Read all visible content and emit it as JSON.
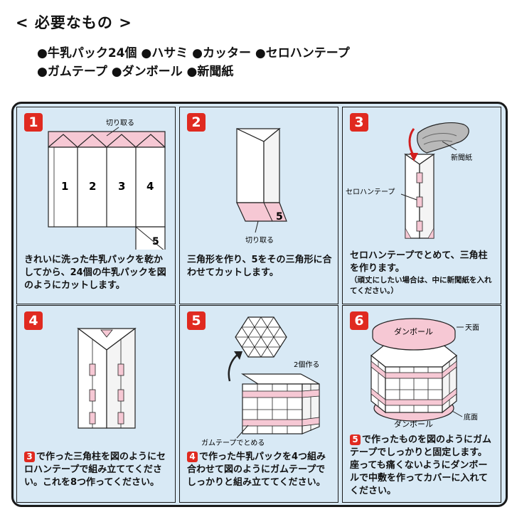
{
  "title": "< 必要なもの >",
  "materials": {
    "line1": "●牛乳パック24個 ●ハサミ ●カッター ●セロハンテープ",
    "line2": "●ガムテープ ●ダンボール ●新聞紙"
  },
  "colors": {
    "badge": "#e02a20",
    "panel_bg": "#d8e9f5",
    "pink": "#f6c8d4"
  },
  "steps": [
    {
      "number": "1",
      "label_cut": "切り取る",
      "part_numbers": [
        "1",
        "2",
        "3",
        "4",
        "5"
      ],
      "text": "きれいに洗った牛乳パックを乾かしてから、24個の牛乳パックを図のようにカットします。"
    },
    {
      "number": "2",
      "label_cut": "切り取る",
      "part_number": "5",
      "text": "三角形を作り、5をその三角形に合わせてカットします。"
    },
    {
      "number": "3",
      "label_newspaper": "新聞紙",
      "label_tape": "セロハンテープ",
      "text": "セロハンテープでとめて、三角柱を作ります。",
      "note": "（頑丈にしたい場合は、中に新聞紙を入れてください。）"
    },
    {
      "number": "4",
      "ref": "3",
      "text": "で作った三角柱を図のようにセロハンテープで組み立ててください。これを8つ作ってください。"
    },
    {
      "number": "5",
      "label_make2": "2個作る",
      "label_gumtape": "ガムテープでとめる",
      "ref": "4",
      "text": "で作った牛乳パックを4つ組み合わせて図のようにガムテープでしっかりと組み立ててください。"
    },
    {
      "number": "6",
      "label_cardboard_top": "ダンボール",
      "label_top": "天面",
      "label_cardboard_bottom": "ダンボール",
      "label_bottom": "底面",
      "ref": "5",
      "text": "で作ったものを図のようにガムテープでしっかりと固定します。座っても痛くないようにダンボールで中敷を作ってカバーに入れてください。"
    }
  ]
}
